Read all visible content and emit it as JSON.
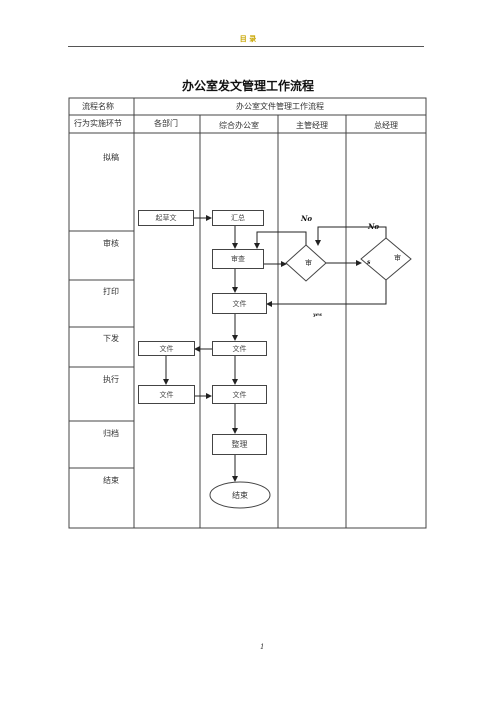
{
  "header": {
    "text": "目 录"
  },
  "title": "办公室发文管理工作流程",
  "table": {
    "row1": {
      "col_label": "流程名称",
      "value": "办公室文件管理工作流程"
    },
    "row2": {
      "col_label": "行为实施环节",
      "lanes": [
        "各部门",
        "综合办公室",
        "主管经理",
        "总经理"
      ]
    },
    "stages": [
      "拟稿",
      "审核",
      "打印",
      "下发",
      "执行",
      "归档",
      "结束"
    ]
  },
  "flow": {
    "draft": "起草文",
    "summary": "汇总",
    "review": "审查",
    "diamond_manager": "审",
    "diamond_gm": "审",
    "print_doc": "文件",
    "issue_dept": "文件",
    "issue_office": "文件",
    "exec_dept": "文件",
    "exec_office": "文件",
    "archive": "整理",
    "end": "结束"
  },
  "annotations": {
    "no_1": "No",
    "no_2": "No",
    "yes": "yes",
    "s_mark": "s"
  },
  "footer": {
    "page": "1"
  }
}
